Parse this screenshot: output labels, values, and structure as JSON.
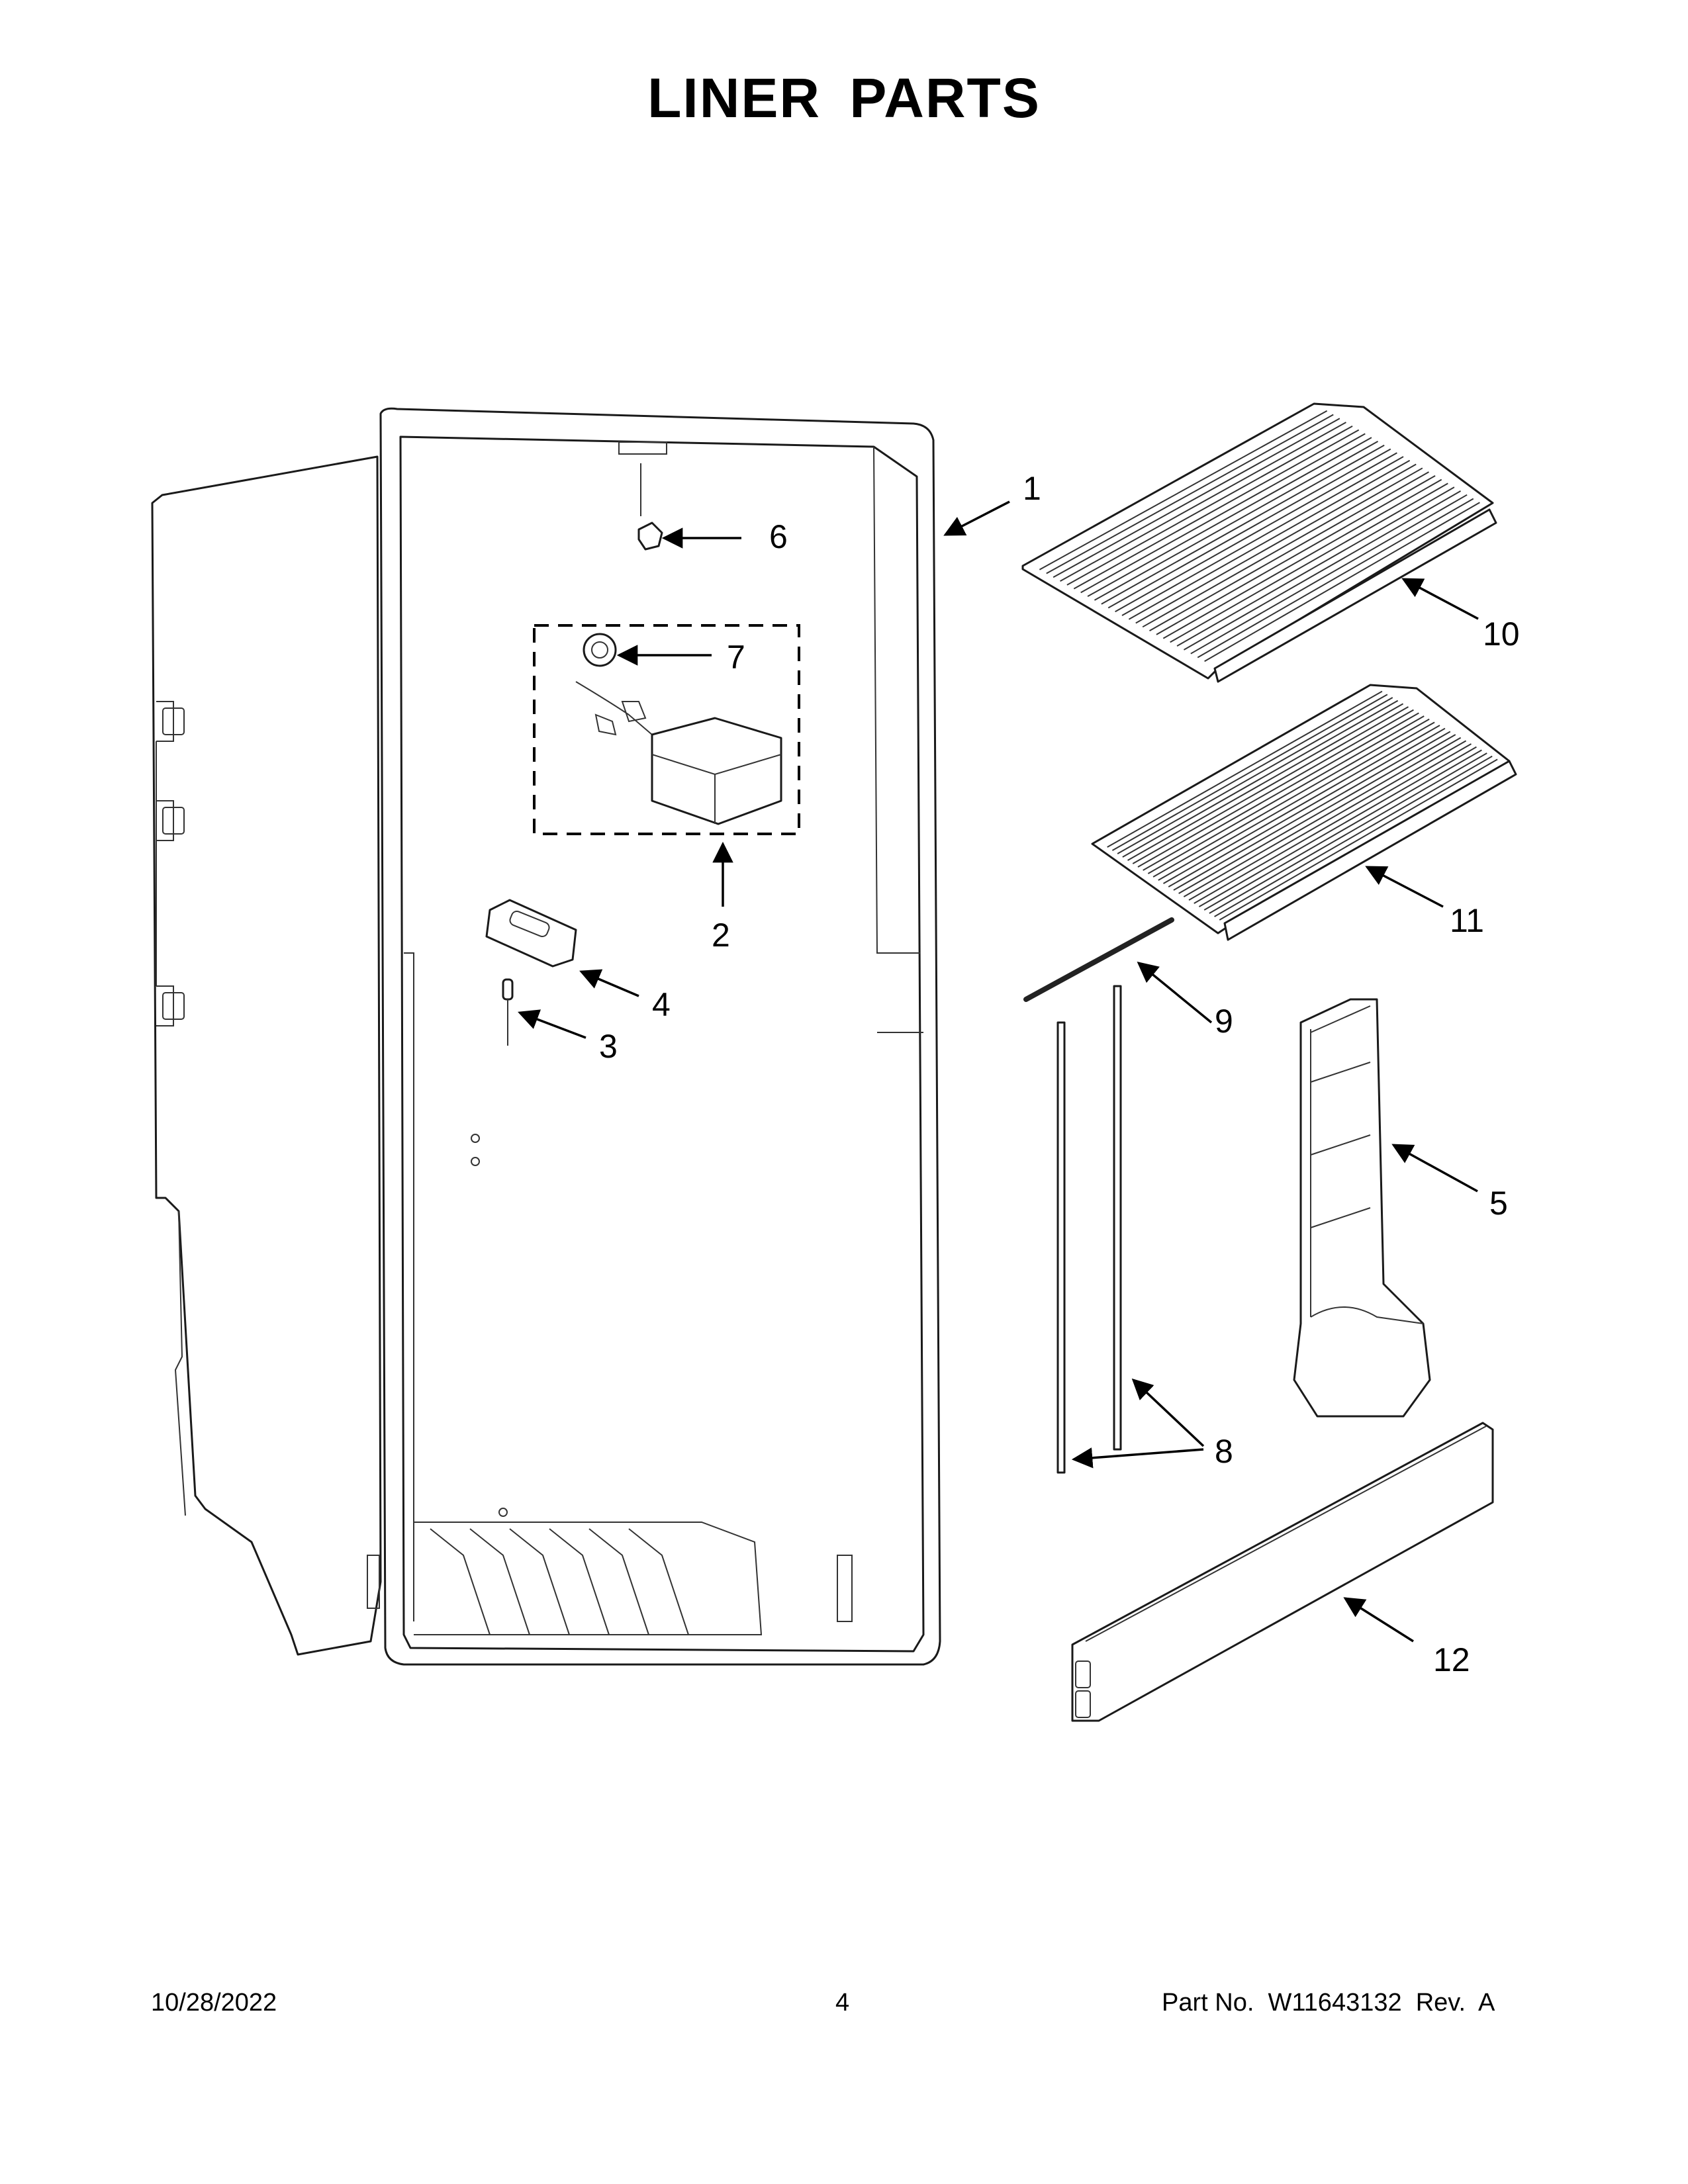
{
  "title": "LINER PARTS",
  "callouts": [
    {
      "id": "1",
      "label": "1"
    },
    {
      "id": "2",
      "label": "2"
    },
    {
      "id": "3",
      "label": "3"
    },
    {
      "id": "4",
      "label": "4"
    },
    {
      "id": "5",
      "label": "5"
    },
    {
      "id": "6",
      "label": "6"
    },
    {
      "id": "7",
      "label": "7"
    },
    {
      "id": "8",
      "label": "8"
    },
    {
      "id": "9",
      "label": "9"
    },
    {
      "id": "10",
      "label": "10"
    },
    {
      "id": "11",
      "label": "11"
    },
    {
      "id": "12",
      "label": "12"
    }
  ],
  "footer": {
    "date": "10/28/2022",
    "page": "4",
    "part_number": "Part No.  W11643132  Rev.  A"
  }
}
